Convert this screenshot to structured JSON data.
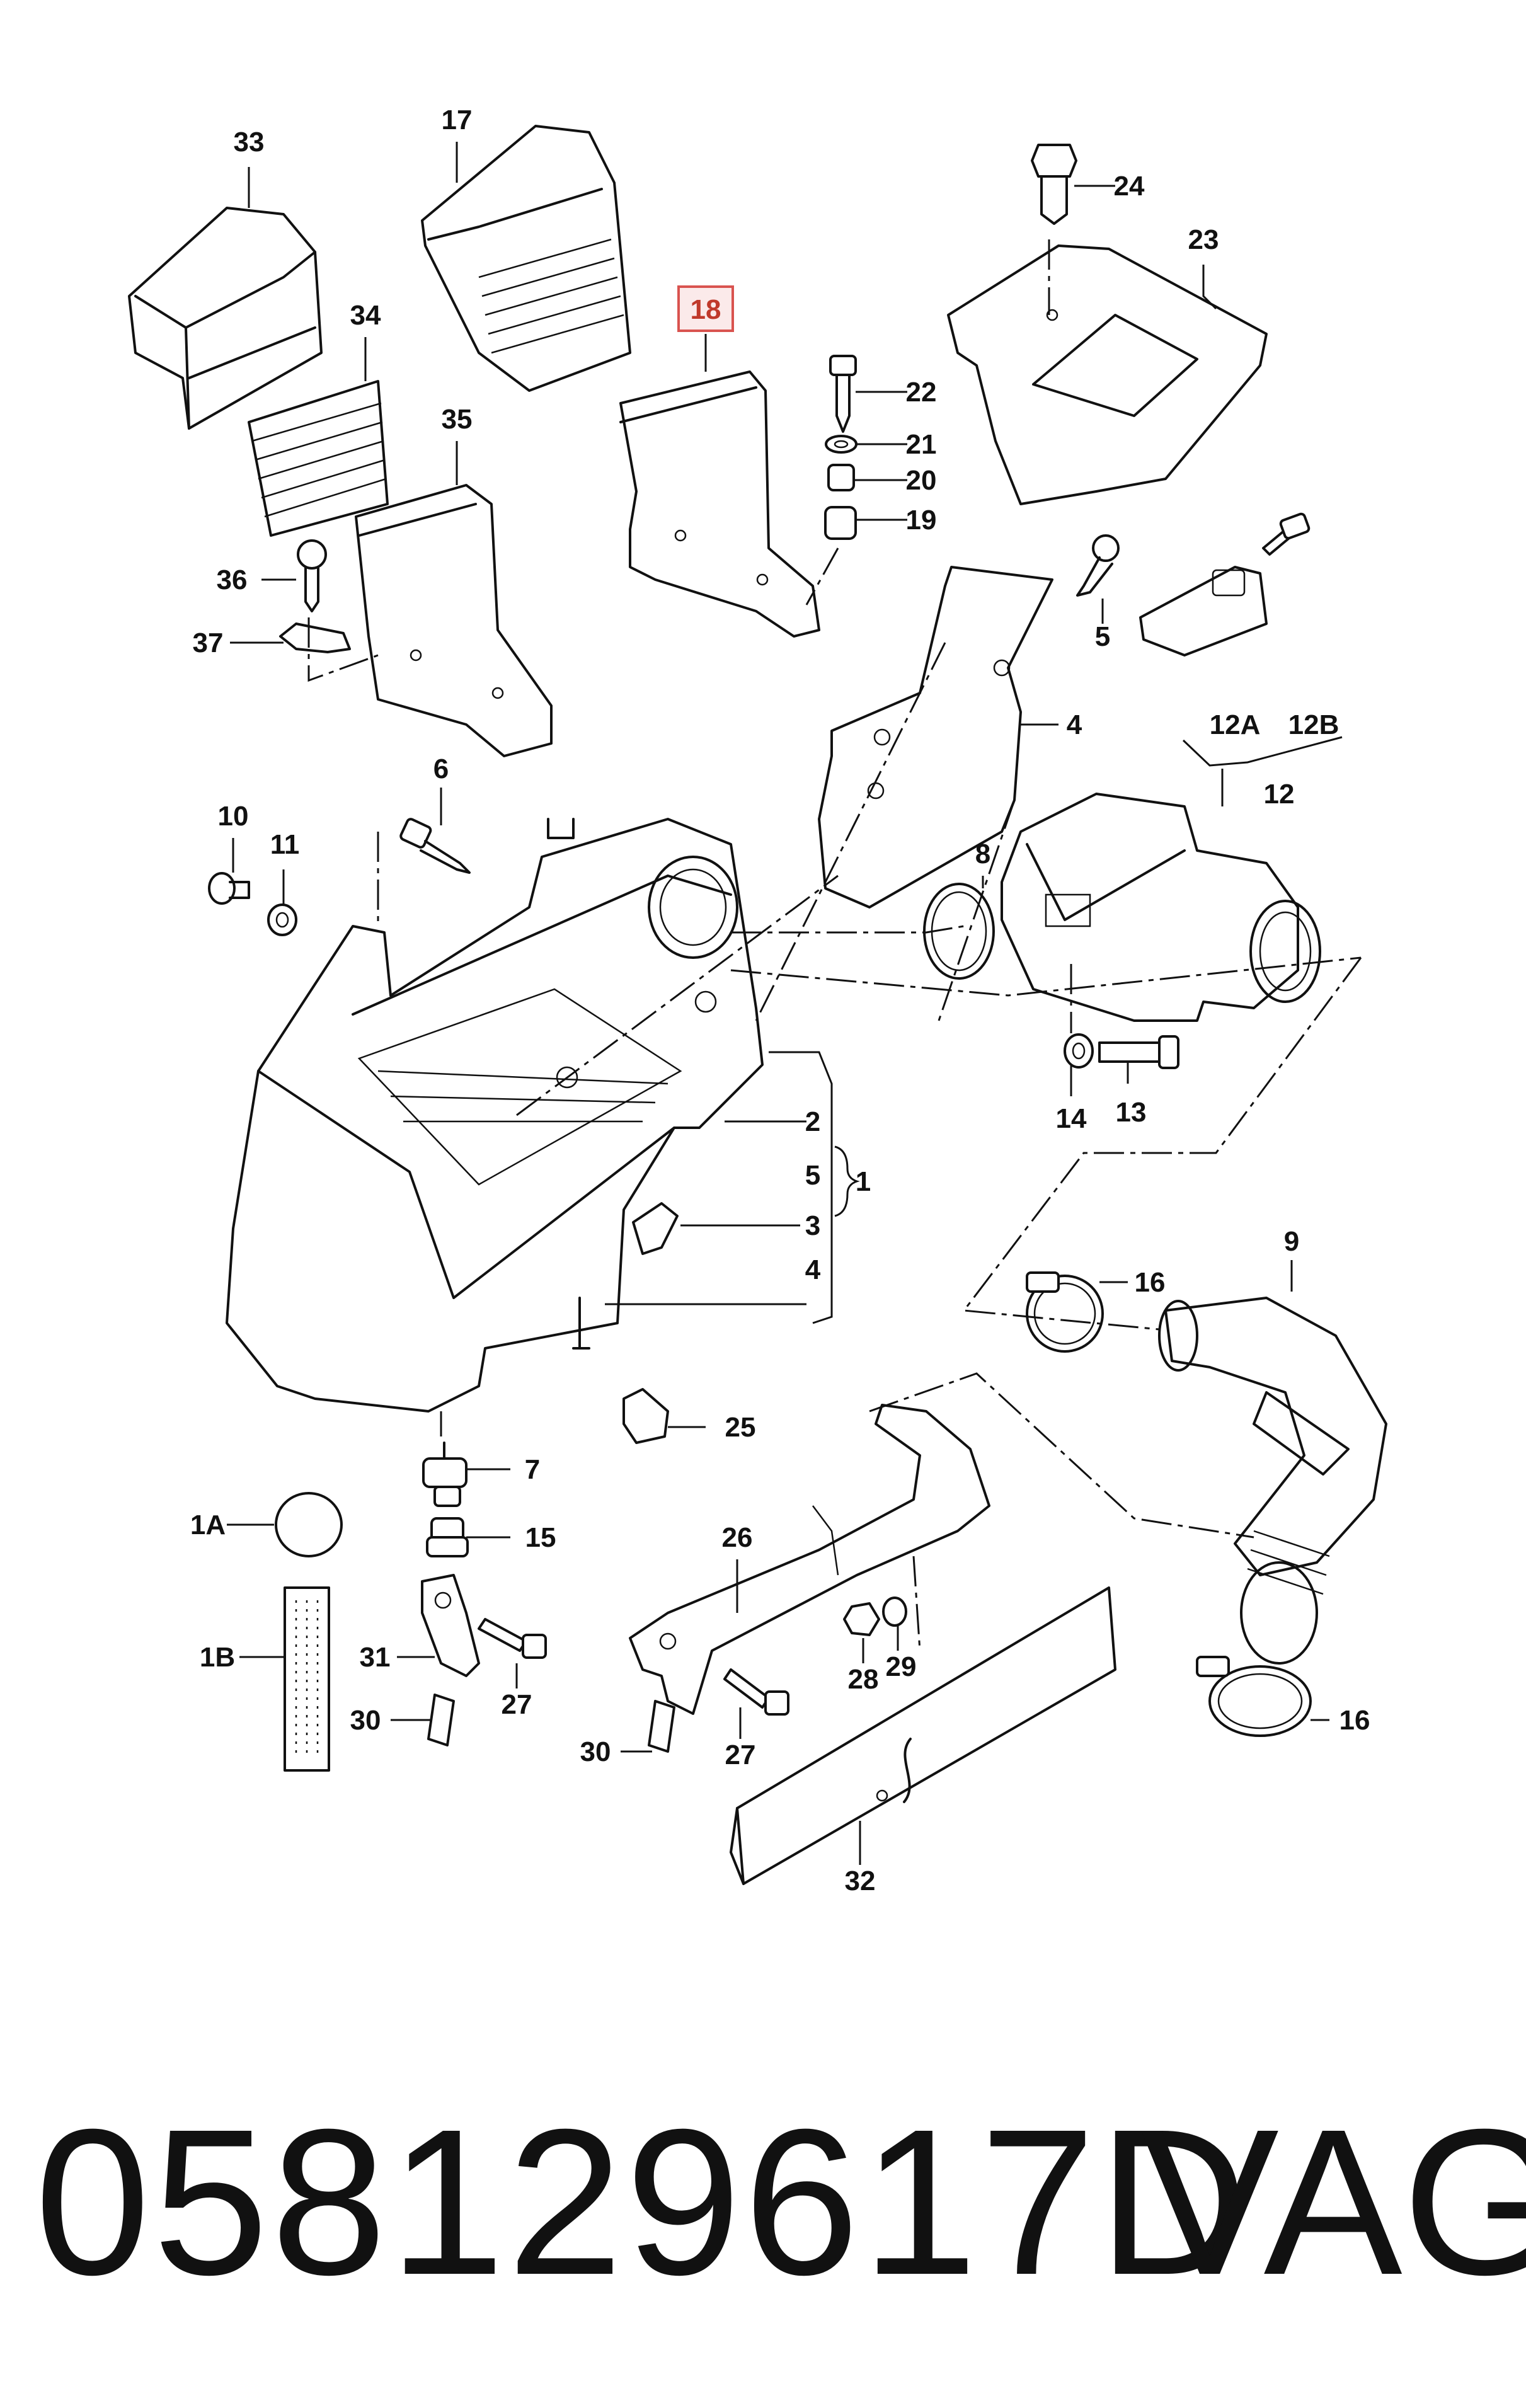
{
  "highlighted_callout": "18",
  "callouts": {
    "c33": "33",
    "c17": "17",
    "c18": "18",
    "c24": "24",
    "c23": "23",
    "c34": "34",
    "c22": "22",
    "c21": "21",
    "c35": "35",
    "c20": "20",
    "c19": "19",
    "c36": "36",
    "c5": "5",
    "c37": "37",
    "c4": "4",
    "c12A": "12A",
    "c12B": "12B",
    "c6": "6",
    "c12": "12",
    "c10": "10",
    "c11": "11",
    "c8": "8",
    "c14": "14",
    "c13": "13",
    "c2": "2",
    "c5b": "5",
    "c1": "1",
    "c3": "3",
    "c4b": "4",
    "c9": "9",
    "c16a": "16",
    "c25": "25",
    "c7": "7",
    "c1A": "1A",
    "c15": "15",
    "c26": "26",
    "c1B": "1B",
    "c31": "31",
    "c27a": "27",
    "c28": "28",
    "c29": "29",
    "c30a": "30",
    "c27b": "27",
    "c30b": "30",
    "c16b": "16",
    "c32": "32"
  },
  "footer": {
    "part_number": "058129617D",
    "brand": "VAG"
  },
  "colors": {
    "line": "#111111",
    "highlight_border": "#d9534f",
    "highlight_fill": "#fbeaea",
    "highlight_text": "#c0392b"
  }
}
